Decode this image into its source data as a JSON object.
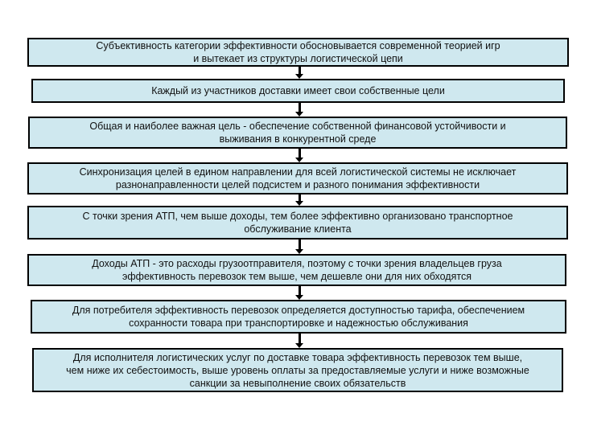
{
  "colors": {
    "box_fill": "#cfe8ef",
    "border": "#000000",
    "arrow": "#000000",
    "text": "#111111"
  },
  "steps": [
    {
      "line1": "Субъективность категории эффективности обосновывается современной теорией игр",
      "line2": "и вытекает из структуры логистической цепи"
    },
    {
      "line1": "Каждый из участников доставки имеет свои собственные цели"
    },
    {
      "line1": "Общая и наиболее важная цель - обеспечение  собственной финансовой устойчивости и",
      "line2": "выживания в конкурентной  среде"
    },
    {
      "line1": "Синхронизация целей в едином направлении для всей логистической системы не исключает",
      "line2": "разнонаправленности целей подсистем и разного понимания эффективности"
    },
    {
      "line1": "С точки зрения АТП, чем выше  доходы, тем более эффективно организовано транспортное",
      "line2": "обслуживание клиента"
    },
    {
      "line1": "Доходы АТП - это расходы грузоотправителя, поэтому с точки зрения владельцев груза",
      "line2": "эффективность перевозок тем выше, чем дешевле они для них обходятся"
    },
    {
      "line1": "Для потребителя эффективность перевозок определяется доступностью тарифа, обеспечением",
      "line2": "сохранности товара при транспортировке и надежностью обслуживания"
    },
    {
      "line1": "Для исполнителя логистических услуг по доставке товара эффективность перевозок тем выше,",
      "line2": "чем ниже их себестоимость, выше уровень оплаты за предоставляемые услуги и ниже возможные",
      "line3": "санкции за невыполнение своих обязательств"
    }
  ]
}
